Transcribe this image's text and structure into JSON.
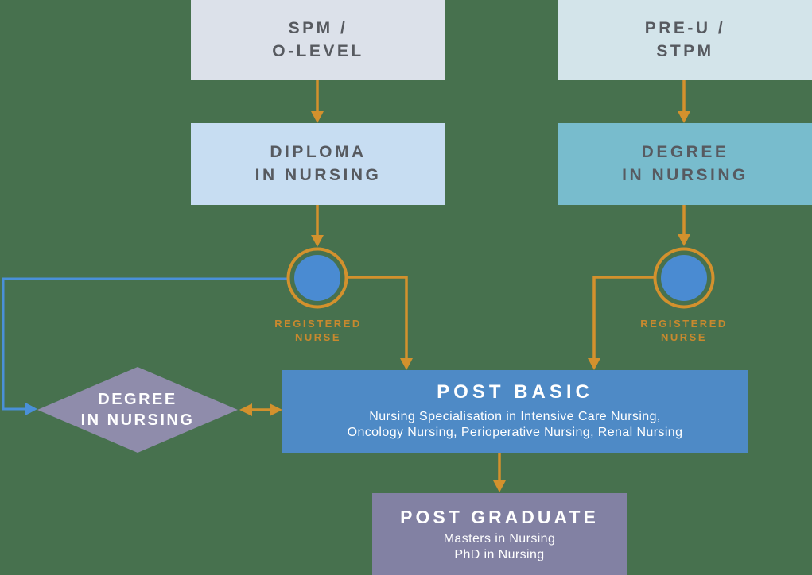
{
  "colors": {
    "bg": "#47714e",
    "spm_bg": "#dce1ea",
    "preu_bg": "#d3e4ea",
    "diploma_bg": "#c7ddf2",
    "degree_bg": "#78bccd",
    "postbasic_bg": "#4e8ac6",
    "postgrad_bg": "#8281a3",
    "diamond_bg": "#8f8cab",
    "orange": "#d3912d",
    "orange_text": "#c8892e",
    "blue_line": "#4a90d8",
    "circle_fill": "#4a8bd2",
    "gray_text": "#575a60"
  },
  "nodes": {
    "spm": {
      "line1": "SPM /",
      "line2": "O-LEVEL"
    },
    "preu": {
      "line1": "PRE-U /",
      "line2": "STPM"
    },
    "diploma": {
      "line1": "DIPLOMA",
      "line2": "IN NURSING"
    },
    "degree": {
      "line1": "DEGREE",
      "line2": "IN NURSING"
    },
    "registered_nurse_left": {
      "line1": "REGISTERED",
      "line2": "NURSE"
    },
    "registered_nurse_right": {
      "line1": "REGISTERED",
      "line2": "NURSE"
    },
    "degree_diamond": {
      "line1": "DEGREE",
      "line2": "IN NURSING"
    },
    "post_basic": {
      "title": "POST BASIC",
      "subtitle_line1": "Nursing Specialisation in Intensive Care Nursing,",
      "subtitle_line2": "Oncology Nursing, Perioperative Nursing, Renal Nursing"
    },
    "post_graduate": {
      "title": "POST GRADUATE",
      "subtitle_line1": "Masters in Nursing",
      "subtitle_line2": "PhD in Nursing"
    }
  }
}
